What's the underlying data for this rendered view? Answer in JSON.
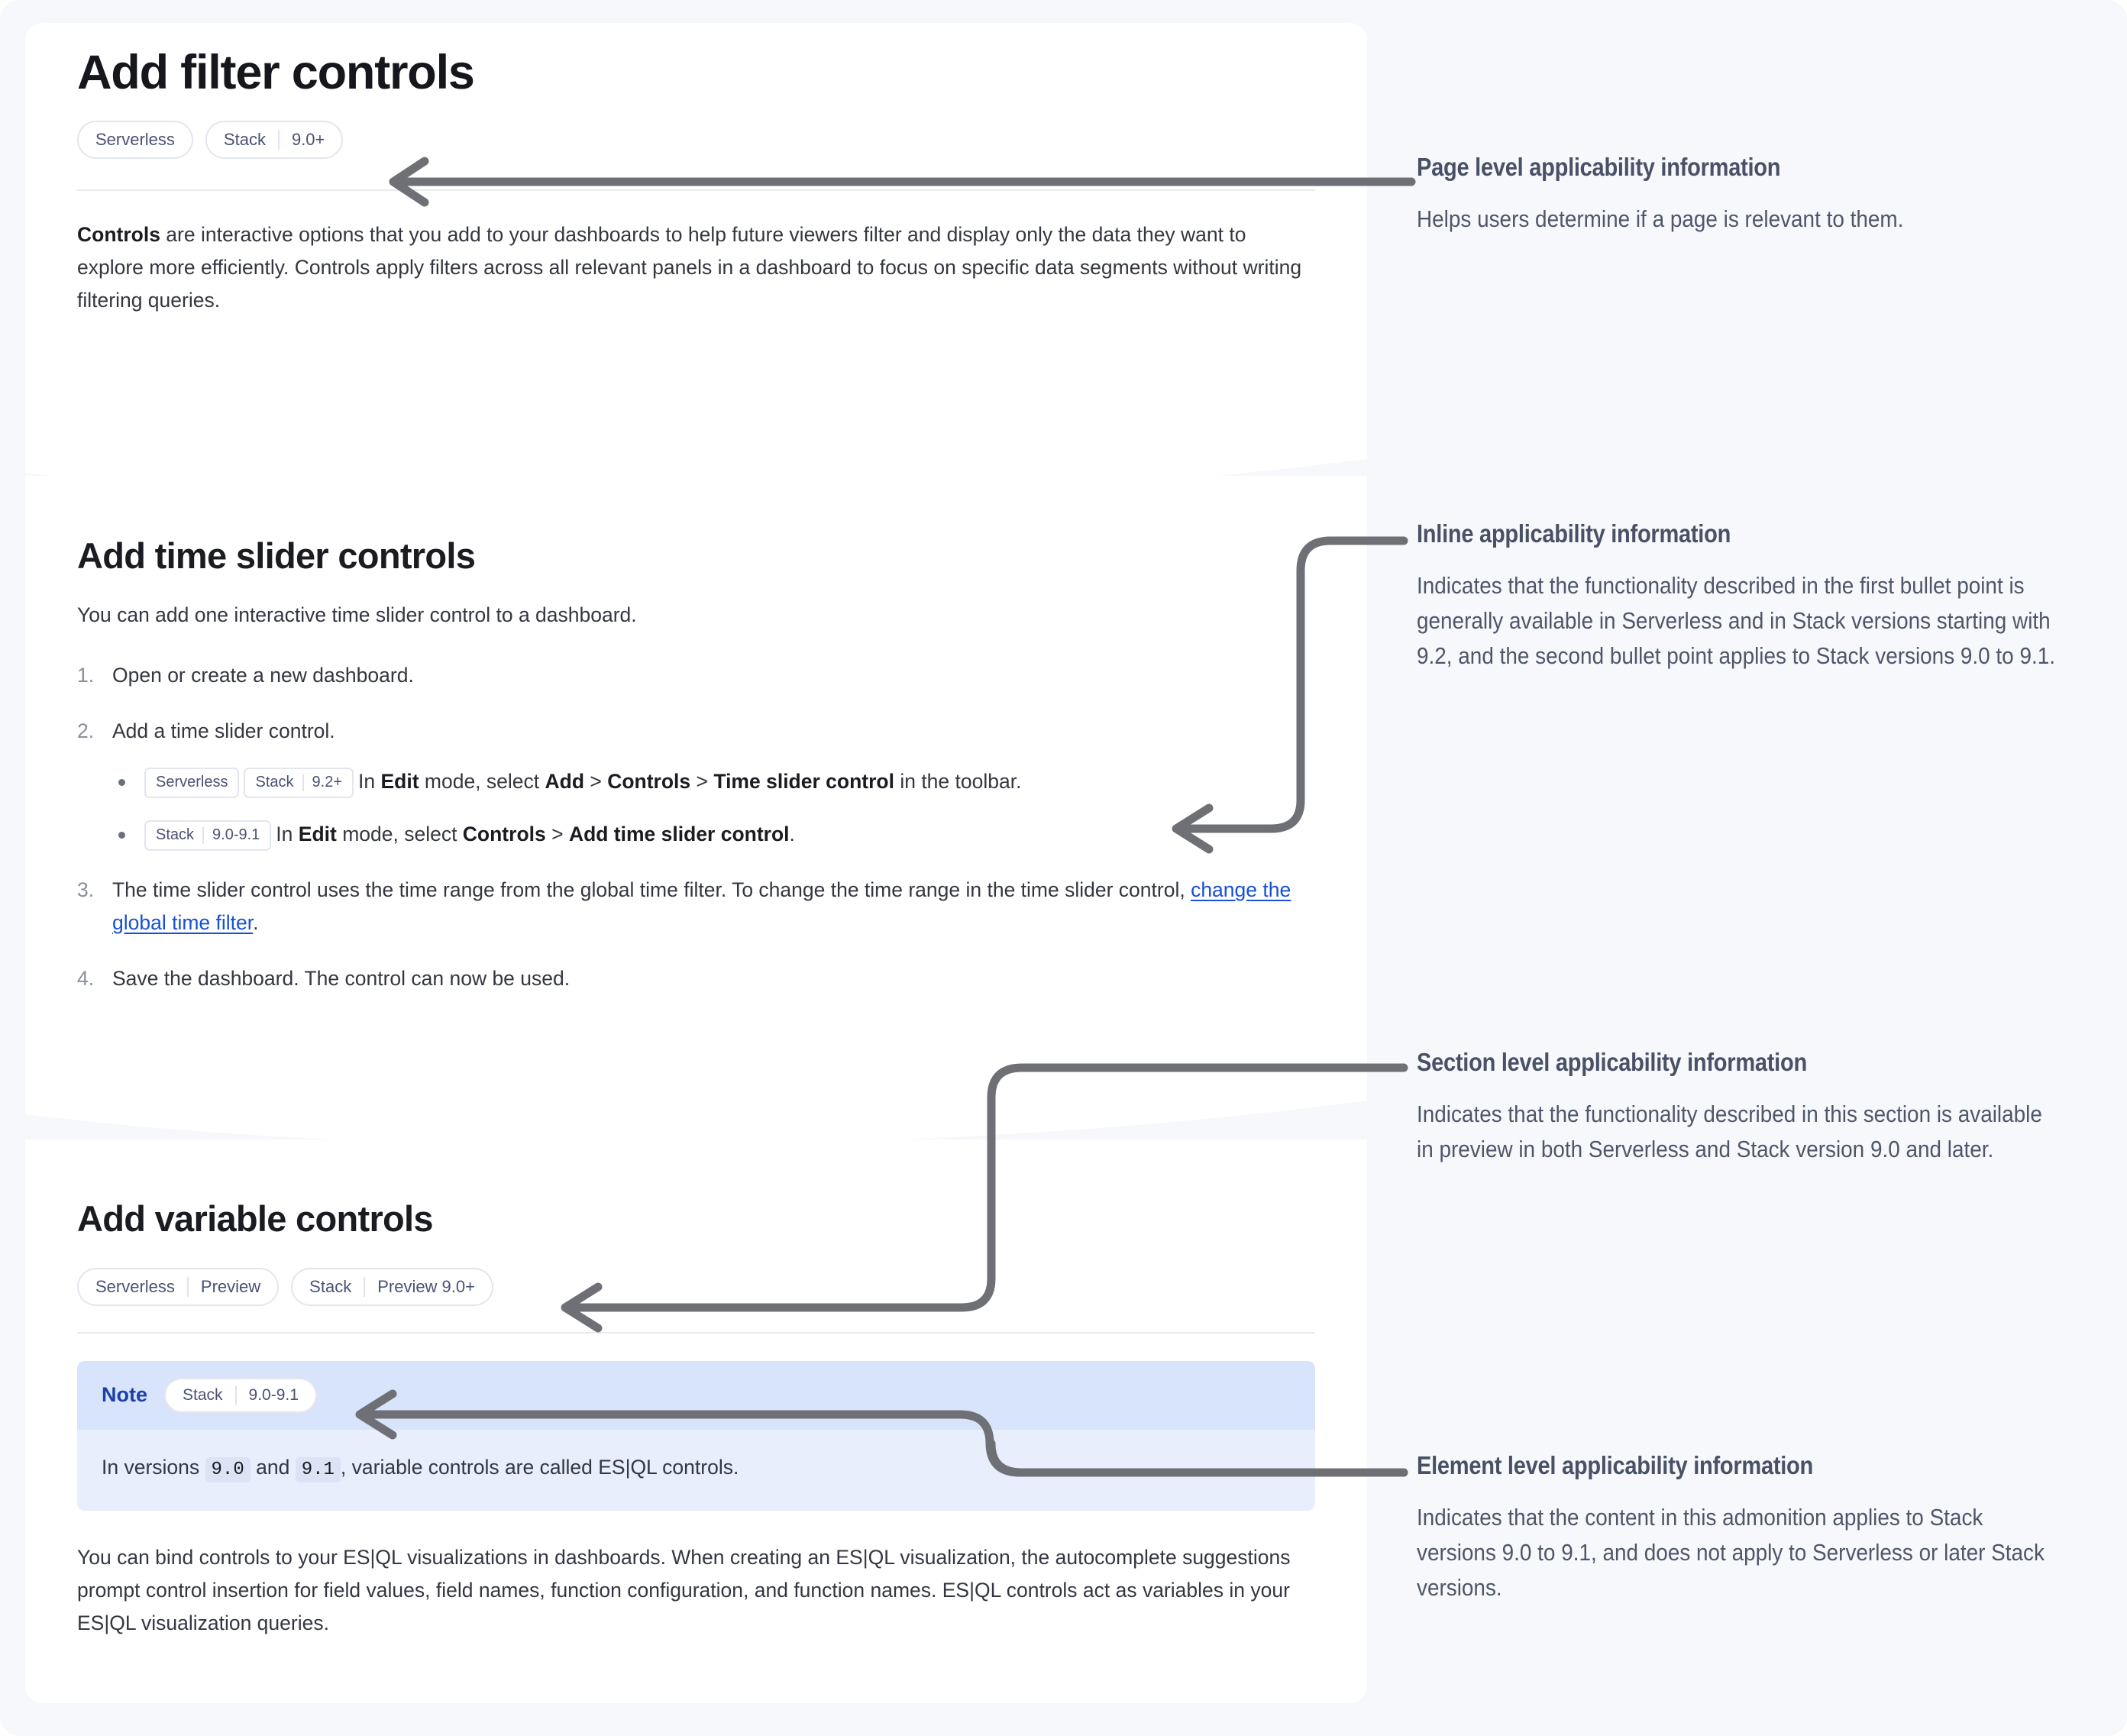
{
  "colors": {
    "page_background": "#f7f8fc",
    "panel_background": "#ffffff",
    "heading": "#16171d",
    "body_text": "#343741",
    "pill_text": "#4a5274",
    "pill_border": "#e4e6ef",
    "link": "#1750d6",
    "note_header": "#d8e4fb",
    "note_body": "#e8eefc",
    "note_label": "#1c3fa8",
    "annotation_heading": "#485165",
    "annotation_text": "#4e5668",
    "arrow": "#6e7076"
  },
  "doc": {
    "page_title": "Add filter controls",
    "page_applicability": [
      {
        "name": "Serverless",
        "version": ""
      },
      {
        "name": "Stack",
        "version": "9.0+"
      }
    ],
    "intro": {
      "lead": "Controls",
      "rest": " are interactive options that you add to your dashboards to help future viewers filter and display only the data they want to explore more efficiently. Controls apply filters across all relevant panels in a dashboard to focus on specific data segments without writing filtering queries."
    },
    "section_time_slider": {
      "title": "Add time slider controls",
      "intro": "You can add one interactive time slider control to a dashboard.",
      "steps": [
        {
          "text": "Open or create a new dashboard."
        },
        {
          "text": "Add a time slider control.",
          "bullets": [
            {
              "badges": [
                {
                  "name": "Serverless",
                  "version": ""
                },
                {
                  "name": "Stack",
                  "version": "9.2+"
                }
              ],
              "parts": [
                {
                  "t": "In ",
                  "b": false
                },
                {
                  "t": "Edit",
                  "b": true
                },
                {
                  "t": " mode, select ",
                  "b": false
                },
                {
                  "t": "Add",
                  "b": true
                },
                {
                  "t": " > ",
                  "b": false
                },
                {
                  "t": "Controls",
                  "b": true
                },
                {
                  "t": " > ",
                  "b": false
                },
                {
                  "t": "Time slider control",
                  "b": true
                },
                {
                  "t": " in the toolbar.",
                  "b": false
                }
              ]
            },
            {
              "badges": [
                {
                  "name": "Stack",
                  "version": "9.0-9.1"
                }
              ],
              "parts": [
                {
                  "t": "In ",
                  "b": false
                },
                {
                  "t": "Edit",
                  "b": true
                },
                {
                  "t": " mode, select ",
                  "b": false
                },
                {
                  "t": "Controls",
                  "b": true
                },
                {
                  "t": " > ",
                  "b": false
                },
                {
                  "t": "Add time slider control",
                  "b": true
                },
                {
                  "t": ".",
                  "b": false
                }
              ]
            }
          ]
        },
        {
          "text_before_link": "The time slider control uses the time range from the global time filter. To change the time range in the time slider control, ",
          "link_text": "change the global time filter",
          "text_after_link": "."
        },
        {
          "text": "Save the dashboard. The control can now be used."
        }
      ]
    },
    "section_variable": {
      "title": "Add variable controls",
      "applicability": [
        {
          "name": "Serverless",
          "version": "Preview"
        },
        {
          "name": "Stack",
          "version": "Preview 9.0+"
        }
      ],
      "note": {
        "label": "Note",
        "badge": {
          "name": "Stack",
          "version": "9.0-9.1"
        },
        "body_parts": [
          {
            "t": "In versions ",
            "code": false
          },
          {
            "t": "9.0",
            "code": true
          },
          {
            "t": " and ",
            "code": false
          },
          {
            "t": "9.1",
            "code": true
          },
          {
            "t": ", variable controls are called ES|QL controls.",
            "code": false
          }
        ]
      },
      "closing_paragraph": "You can bind controls to your ES|QL visualizations in dashboards. When creating an ES|QL visualization, the autocomplete suggestions prompt control insertion for field values, field names, function configuration, and function names. ES|QL controls act as variables in your ES|QL visualization queries."
    }
  },
  "annotations": [
    {
      "id": "page-level",
      "heading": "Page level applicability information",
      "body": "Helps users determine if a page is relevant to them."
    },
    {
      "id": "inline",
      "heading": "Inline applicability information",
      "body": "Indicates that the functionality described in the first bullet point is generally available in Serverless and in Stack versions starting with 9.2, and the second bullet point applies to Stack versions 9.0 to 9.1."
    },
    {
      "id": "section-level",
      "heading": "Section level applicability information",
      "body": "Indicates that the functionality described in this section is available in preview in both Serverless and Stack version 9.0 and later."
    },
    {
      "id": "element-level",
      "heading": "Element level applicability information",
      "body": "Indicates that the content in this admonition applies to Stack versions 9.0 to 9.1, and does not apply to Serverless or later Stack versions."
    }
  ]
}
